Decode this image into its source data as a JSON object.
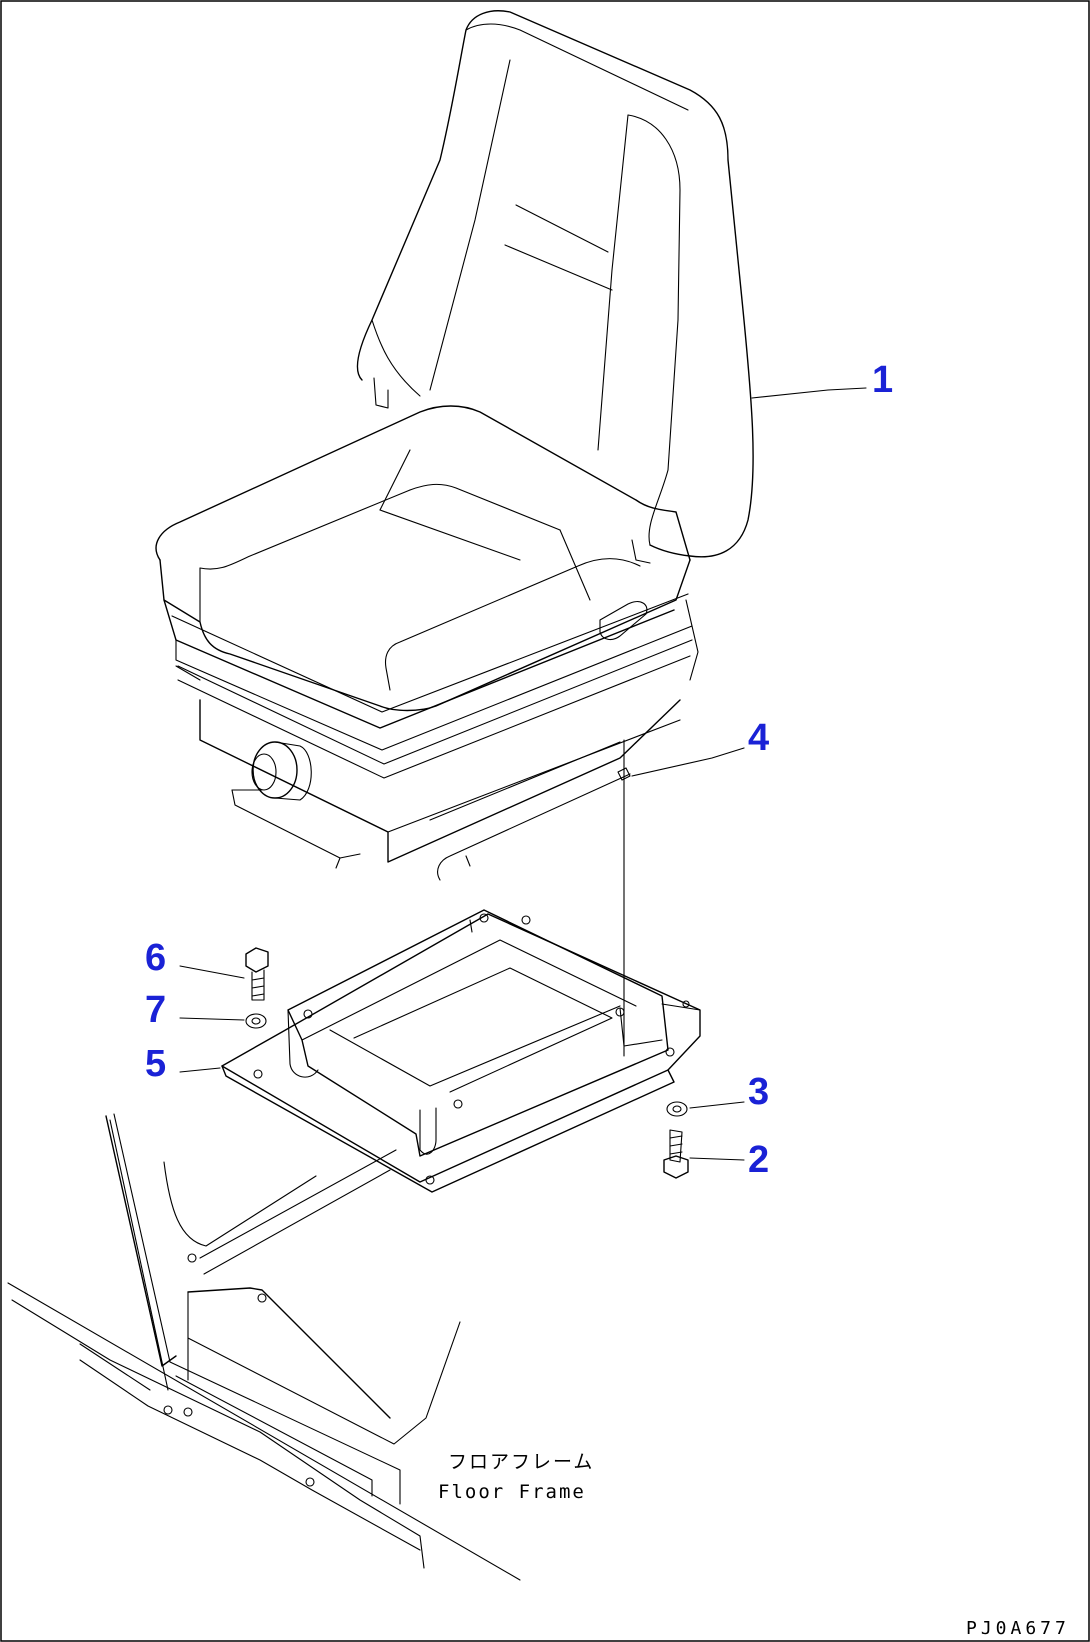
{
  "callouts": [
    {
      "id": "1",
      "label": "1"
    },
    {
      "id": "2",
      "label": "2"
    },
    {
      "id": "3",
      "label": "3"
    },
    {
      "id": "4",
      "label": "4"
    },
    {
      "id": "5",
      "label": "5"
    },
    {
      "id": "6",
      "label": "6"
    },
    {
      "id": "7",
      "label": "7"
    }
  ],
  "floor_frame": {
    "label_jp": "フロアフレーム",
    "label_en": "Floor Frame"
  },
  "figure_code": "PJ0A677",
  "colors": {
    "callout": "#1a22d6",
    "line": "#000000",
    "background": "#ffffff"
  }
}
